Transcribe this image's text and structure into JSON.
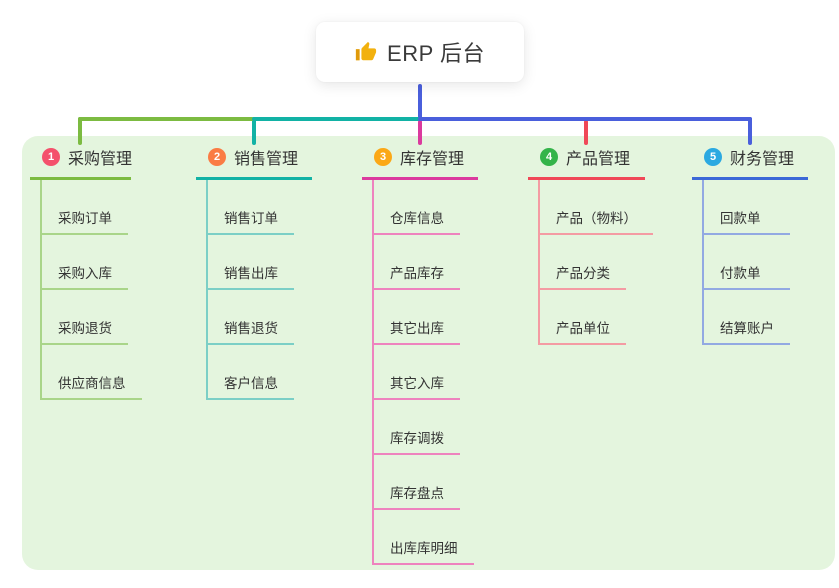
{
  "root": {
    "label": "ERP 后台",
    "icon": "thumbs-up"
  },
  "branches": [
    {
      "num": "1",
      "label": "采购管理",
      "color": "#7cbb41",
      "light": "#a9d589",
      "badge_color": "#f4516c",
      "items": [
        "采购订单",
        "采购入库",
        "采购退货",
        "供应商信息"
      ]
    },
    {
      "num": "2",
      "label": "销售管理",
      "color": "#12b2a5",
      "light": "#7bcfc6",
      "badge_color": "#fa7c44",
      "items": [
        "销售订单",
        "销售出库",
        "销售退货",
        "客户信息"
      ]
    },
    {
      "num": "3",
      "label": "库存管理",
      "color": "#db3a9e",
      "light": "#ee83be",
      "badge_color": "#fba816",
      "items": [
        "仓库信息",
        "产品库存",
        "其它出库",
        "其它入库",
        "库存调拨",
        "库存盘点",
        "出库库明细"
      ]
    },
    {
      "num": "4",
      "label": "产品管理",
      "color": "#f04858",
      "light": "#f49ba3",
      "badge_color": "#34b44a",
      "items": [
        "产品（物料）",
        "产品分类",
        "产品单位"
      ]
    },
    {
      "num": "5",
      "label": "财务管理",
      "color": "#3c68d7",
      "light": "#92a9e2",
      "badge_color": "#2ba9e1",
      "items": [
        "回款单",
        "付款单",
        "结算账户"
      ]
    }
  ],
  "colors": {
    "panel_bg": "#e4f5de",
    "root_connector": "#4a5fdc",
    "icon_gold": "#f2b10e",
    "text": "#333333"
  }
}
